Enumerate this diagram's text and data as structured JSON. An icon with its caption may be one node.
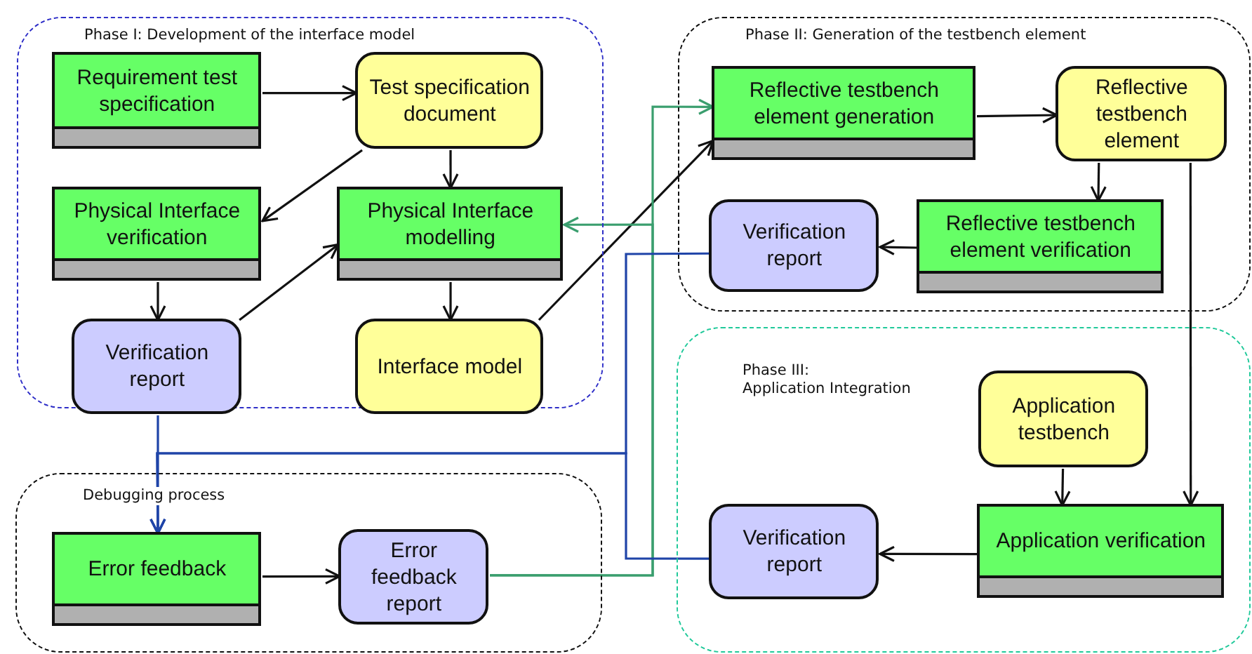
{
  "diagram": {
    "nodes": [
      {
        "text": [
          "Phase I: Development of the interface model"
        ]
      },
      {
        "text": [
          "Requirement test specification"
        ],
        "in": 0
      },
      {
        "text": [
          "Test specification document"
        ],
        "in": 0
      },
      {
        "text": [
          "Physical Interface verification"
        ],
        "in": 0
      },
      {
        "text": [
          "Physical Interface modelling"
        ],
        "in": 0
      },
      {
        "text": [
          "Verification report"
        ],
        "in": 0
      },
      {
        "text": [
          "Interface model"
        ],
        "in": 0
      },
      {
        "text": [
          "Phase II: Generation of the testbench element"
        ]
      },
      {
        "text": [
          "Reflective testbench element generation"
        ],
        "in": 7
      },
      {
        "text": [
          "Reflective testbench element"
        ],
        "in": 7
      },
      {
        "text": [
          "Verification report"
        ],
        "in": 7
      },
      {
        "text": [
          "Reflective testbench element verification"
        ],
        "in": 7
      },
      {
        "text": [
          "Phase III:",
          "Application Integration"
        ]
      },
      {
        "text": [
          "Application testbench"
        ],
        "in": 12
      },
      {
        "text": [
          "Verification report"
        ],
        "in": 12
      },
      {
        "text": [
          "Application verification"
        ],
        "in": 12
      },
      {
        "text": [
          "Debugging process"
        ]
      },
      {
        "text": [
          "Error feedback"
        ],
        "in": 16
      },
      {
        "text": [
          "Error feedback report"
        ],
        "in": 16
      }
    ],
    "edges": [
      {
        "from": 1,
        "to": 2,
        "arrow": "to"
      },
      {
        "from": 2,
        "to": 4,
        "arrow": "to"
      },
      {
        "from": 2,
        "to": 3,
        "arrow": "to"
      },
      {
        "from": 3,
        "to": 5,
        "arrow": "to"
      },
      {
        "from": 5,
        "to": 4,
        "arrow": "to"
      },
      {
        "from": 4,
        "to": 6,
        "arrow": "to"
      },
      {
        "from": 6,
        "to": 8,
        "arrow": "to"
      },
      {
        "from": 8,
        "to": 9,
        "arrow": "to"
      },
      {
        "from": 9,
        "to": 11,
        "arrow": "to"
      },
      {
        "from": 11,
        "to": 10,
        "arrow": "to"
      },
      {
        "from": 9,
        "to": 15,
        "arrow": "to"
      },
      {
        "from": 13,
        "to": 15,
        "arrow": "to"
      },
      {
        "from": 15,
        "to": 14,
        "arrow": "to"
      },
      {
        "from": 17,
        "to": 18,
        "arrow": "to"
      },
      {
        "from": 18,
        "to": 8,
        "arrow": "to",
        "color": "#3a9e6e"
      },
      {
        "from": 18,
        "to": 4,
        "arrow": "to",
        "color": "#3a9e6e"
      },
      {
        "from": 5,
        "to": 17,
        "arrow": "to",
        "color": "#1f44a8"
      },
      {
        "from": 10,
        "to": 17,
        "arrow": "to",
        "color": "#1f44a8"
      },
      {
        "from": 14,
        "to": 17,
        "arrow": "to",
        "color": "#1f44a8"
      }
    ]
  }
}
